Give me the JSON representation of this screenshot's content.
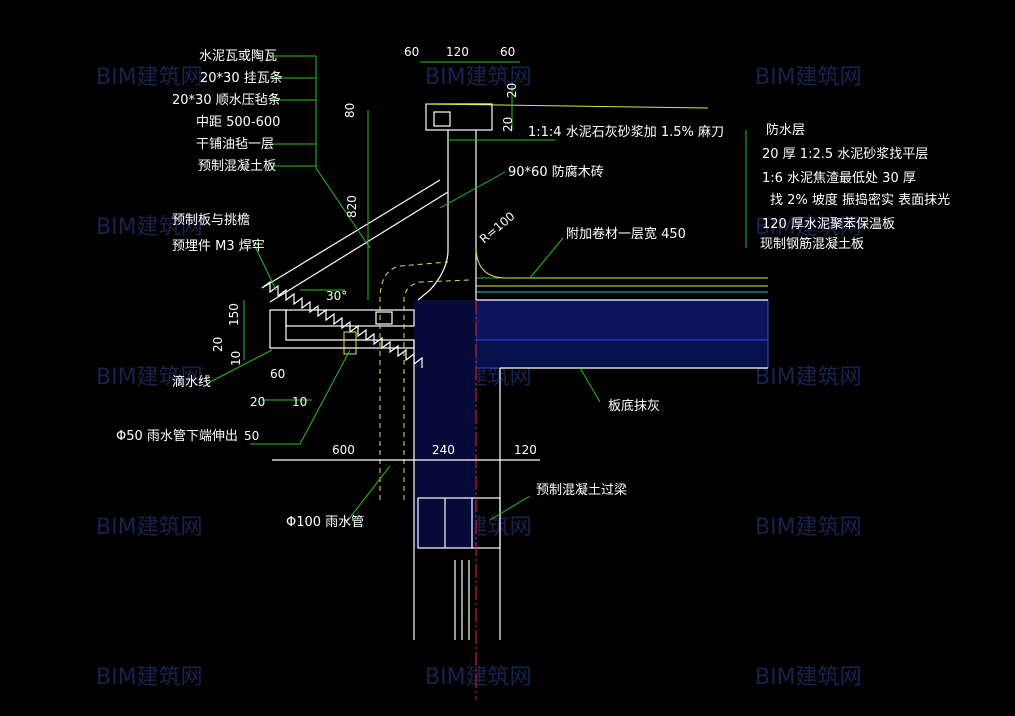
{
  "watermark": "BIM建筑网",
  "left_labels": {
    "l1": "水泥瓦或陶瓦",
    "l2": "20*30 挂瓦条",
    "l3": "20*30 顺水压毡条",
    "l4": "中距 500-600",
    "l5": "干铺油毡一层",
    "l6": "预制混凝土板",
    "l7": "预制板与挑檐",
    "l8": "预埋件 M3 焊牢",
    "l9": "滴水线",
    "l10": "Φ50 雨水管下端伸出",
    "l11": "Φ100 雨水管"
  },
  "middle_labels": {
    "m1": "1:1:4 水泥石灰砂浆加 1.5% 麻刀",
    "m2": "90*60 防腐木砖",
    "m3": "附加卷材一层宽 450",
    "m4": "板底抹灰",
    "m5": "预制混凝土过梁",
    "radius": "R=100",
    "angle": "30°"
  },
  "right_labels": {
    "r1": "防水层",
    "r2": "20 厚 1:2.5 水泥砂浆找平层",
    "r3": "1:6 水泥焦渣最低处 30 厚",
    "r4": "找 2% 坡度 振捣密实 表面抹光",
    "r5": "120 厚水泥聚苯保温板",
    "r6": "现制钢筋混凝土板"
  },
  "dimensions": {
    "top_60a": "60",
    "top_120": "120",
    "top_60b": "60",
    "top_20": "20",
    "h_80": "80",
    "h_20": "20",
    "h_820": "820",
    "h_150": "150",
    "h_20b": "20",
    "h_10": "10",
    "b_60": "60",
    "b_20": "20",
    "b_10": "10",
    "b_50": "50",
    "b_600": "600",
    "b_240": "240",
    "b_120": "120"
  }
}
